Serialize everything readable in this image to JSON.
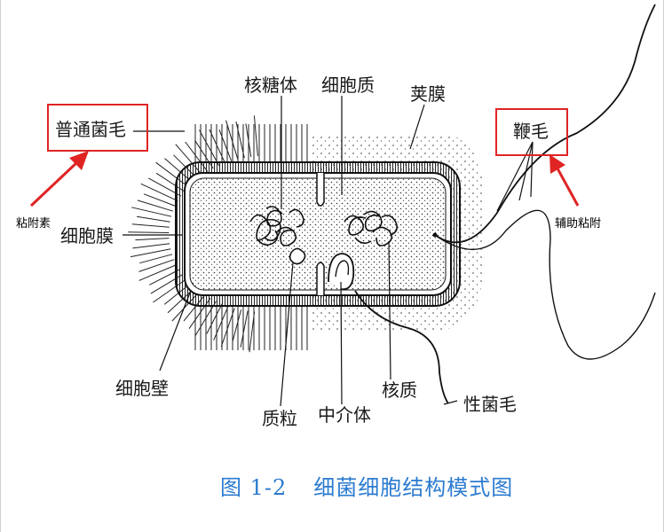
{
  "labels": {
    "ribosome": "核糖体",
    "cytoplasm": "细胞质",
    "capsule": "荚膜",
    "common_pili": "普通菌毛",
    "flagellum": "鞭毛",
    "cell_membrane": "细胞膜",
    "cell_wall": "细胞壁",
    "granule": "质粒",
    "mesosome": "中介体",
    "nucleoid": "核质",
    "sex_pilus": "性菌毛"
  },
  "notes": {
    "adhesin": "粘附素",
    "aux_adhesion": "辅助粘附"
  },
  "caption": {
    "number": "图 1-2",
    "title": "细菌细胞结构模式图"
  },
  "colors": {
    "annotation_red": "#e02424",
    "caption_blue": "#2b7bd0",
    "ink": "#1a1a1a"
  }
}
